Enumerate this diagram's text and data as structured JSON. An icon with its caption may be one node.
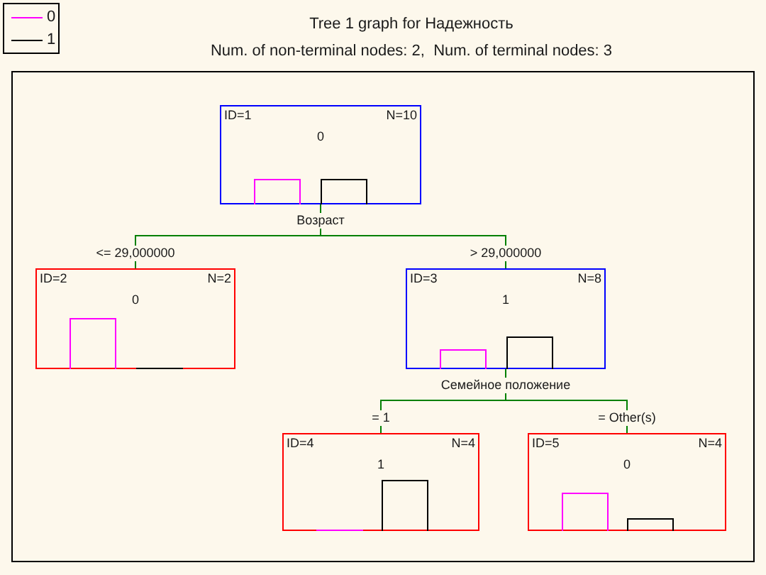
{
  "diagram": {
    "title": "Tree 1 graph for Надежность",
    "nodes": [
      {
        "text": [
          "ID=1",
          "N=10",
          "0"
        ],
        "beside": [
          "Возраст"
        ]
      },
      {
        "text": [
          "ID=2",
          "N=2",
          "0"
        ]
      },
      {
        "text": [
          "ID=3",
          "N=8",
          "1"
        ],
        "beside": [
          "Семейное положение"
        ]
      },
      {
        "text": [
          "ID=4",
          "N=4",
          "1"
        ]
      },
      {
        "text": [
          "ID=5",
          "N=4",
          "0"
        ]
      }
    ],
    "edges": [
      {
        "from": 0,
        "to": 1,
        "arrow": "none",
        "label": "<= 29,000000"
      },
      {
        "from": 0,
        "to": 2,
        "arrow": "none",
        "label": "> 29,000000"
      },
      {
        "from": 2,
        "to": 3,
        "arrow": "none",
        "label": "= 1"
      },
      {
        "from": 2,
        "to": 4,
        "arrow": "none",
        "label": "= Other(s)"
      }
    ],
    "labels": [
      "Num. of non-terminal nodes: 2,  Num. of terminal nodes: 3"
    ],
    "legend": [
      {
        "text": "0"
      },
      {
        "text": "1"
      }
    ]
  }
}
